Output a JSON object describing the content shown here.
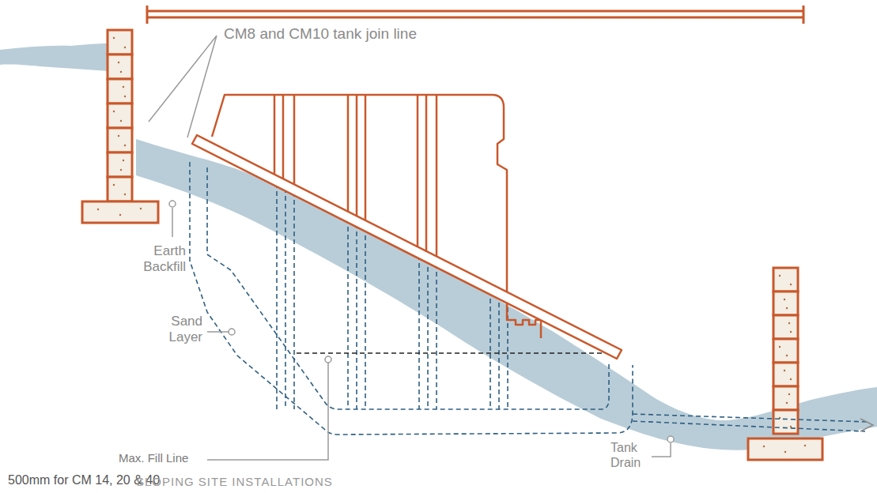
{
  "diagram": {
    "caption": "SLOPING SITE INSTALLATIONS",
    "labels": [
      "CM8 and CM10 tank join line",
      "Earth Backfill",
      "Sand Layer",
      "Max. Fill Line",
      "500mm for CM 14, 20 & 40",
      "Tank Drain"
    ]
  }
}
